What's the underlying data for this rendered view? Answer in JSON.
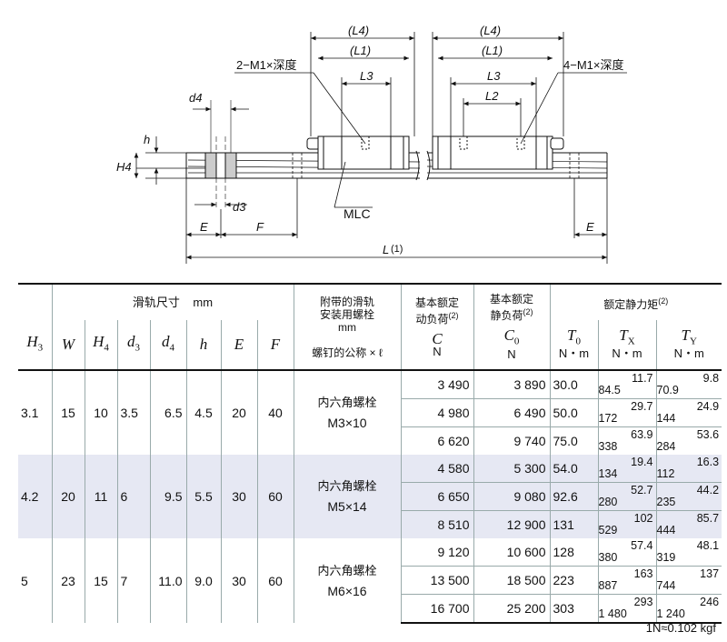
{
  "drawing": {
    "labels": {
      "l4_left": "(L4)",
      "l1_left": "(L1)",
      "l3_left": "L3",
      "l4_right": "(L4)",
      "l1_right": "(L1)",
      "l3_right": "L3",
      "l2_right": "L2",
      "callout_left": "2−M1×深度",
      "callout_right": "4−M1×深度",
      "d4": "d4",
      "h": "h",
      "h4": "H4",
      "d3": "d3",
      "e_left": "E",
      "f": "F",
      "mlc": "MLC",
      "l_total": "L",
      "l_note": "(1)",
      "e_right": "E"
    }
  },
  "table": {
    "header": {
      "rail_dims_label": "滑轨尺寸",
      "rail_dims_unit": "mm",
      "bolt_label_line1": "附带的滑轨",
      "bolt_label_line2": "安装用螺栓",
      "bolt_label_unit": "mm",
      "bolt_name_label": "螺钉的公称 × ℓ",
      "dyn_label_line1": "基本额定",
      "dyn_label_line2": "动负荷",
      "dyn_label_note": "(2)",
      "stat_label_line1": "基本额定",
      "stat_label_line2": "静负荷",
      "stat_label_note": "(2)",
      "moment_label": "额定静力矩",
      "moment_note": "(2)",
      "h3": "H",
      "h3_sub": "3",
      "w": "W",
      "h4": "H",
      "h4_sub": "4",
      "d3": "d",
      "d3_sub": "3",
      "d4": "d",
      "d4_sub": "4",
      "h": "h",
      "e": "E",
      "f": "F",
      "c": "C",
      "c_unit": "N",
      "c0": "C",
      "c0_sub": "0",
      "c0_unit": "N",
      "t0": "T",
      "t0_sub": "0",
      "t0_unit": "N・m",
      "tx": "T",
      "tx_sub": "X",
      "tx_unit": "N・m",
      "ty": "T",
      "ty_sub": "Y",
      "ty_unit": "N・m"
    },
    "groups": [
      {
        "h3": "3.1",
        "w": "15",
        "h4": "10",
        "d3": "3.5",
        "d4": "6.5",
        "h": "4.5",
        "e": "20",
        "f": "40",
        "bolt_type": "内六角螺栓",
        "bolt_size": "M3×10",
        "rows": [
          {
            "c": "3 490",
            "c0": "3 890",
            "t0": "30.0",
            "tx1": "11.7",
            "tx2": "84.5",
            "ty1": "9.8",
            "ty2": "70.9"
          },
          {
            "c": "4 980",
            "c0": "6 490",
            "t0": "50.0",
            "tx1": "29.7",
            "tx2": "172",
            "ty1": "24.9",
            "ty2": "144"
          },
          {
            "c": "6 620",
            "c0": "9 740",
            "t0": "75.0",
            "tx1": "63.9",
            "tx2": "338",
            "ty1": "53.6",
            "ty2": "284"
          }
        ]
      },
      {
        "h3": "4.2",
        "w": "20",
        "h4": "11",
        "d3": "6",
        "d4": "9.5",
        "h": "5.5",
        "e": "30",
        "f": "60",
        "bolt_type": "内六角螺栓",
        "bolt_size": "M5×14",
        "rows": [
          {
            "c": "4 580",
            "c0": "5 300",
            "t0": "54.0",
            "tx1": "19.4",
            "tx2": "134",
            "ty1": "16.3",
            "ty2": "112"
          },
          {
            "c": "6 650",
            "c0": "9 080",
            "t0": "92.6",
            "tx1": "52.7",
            "tx2": "280",
            "ty1": "44.2",
            "ty2": "235"
          },
          {
            "c": "8 510",
            "c0": "12 900",
            "t0": "131",
            "tx1": "102",
            "tx2": "529",
            "ty1": "85.7",
            "ty2": "444"
          }
        ]
      },
      {
        "h3": "5",
        "w": "23",
        "h4": "15",
        "d3": "7",
        "d4": "11.0",
        "h": "9.0",
        "e": "30",
        "f": "60",
        "bolt_type": "内六角螺栓",
        "bolt_size": "M6×16",
        "rows": [
          {
            "c": "9 120",
            "c0": "10 600",
            "t0": "128",
            "tx1": "57.4",
            "tx2": "380",
            "ty1": "48.1",
            "ty2": "319"
          },
          {
            "c": "13 500",
            "c0": "18 500",
            "t0": "223",
            "tx1": "163",
            "tx2": "887",
            "ty1": "137",
            "ty2": "744"
          },
          {
            "c": "16 700",
            "c0": "25 200",
            "t0": "303",
            "tx1": "293",
            "tx2": "1 480",
            "ty1": "246",
            "ty2": "1 240"
          }
        ]
      }
    ]
  },
  "note": "1N≈0.102 kgf"
}
